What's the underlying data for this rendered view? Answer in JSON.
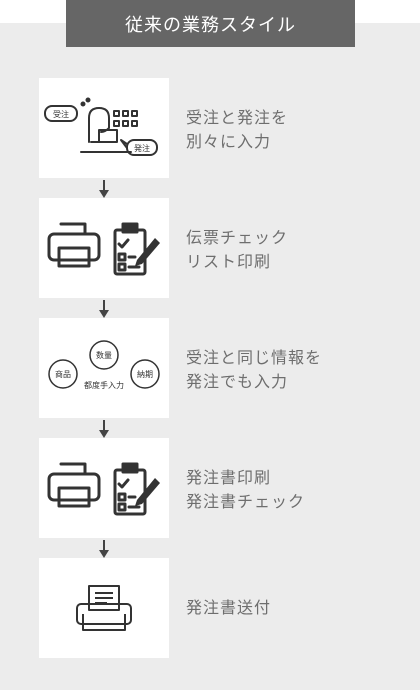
{
  "header": {
    "title": "従来の業務スタイル"
  },
  "steps": [
    {
      "lines": [
        "受注と発注を",
        "別々に入力"
      ],
      "icon": "person-at-computer-icon",
      "icon_labels": {
        "bubble_left": "受注",
        "bubble_right": "発注"
      }
    },
    {
      "lines": [
        "伝票チェック",
        "リスト印刷"
      ],
      "icon": "printer-and-checklist-icon"
    },
    {
      "lines": [
        "受注と同じ情報を",
        "発注でも入力"
      ],
      "icon": "data-fields-icon",
      "icon_labels": {
        "top": "数量",
        "left": "商品",
        "right": "納期",
        "center": "都度手入力"
      }
    },
    {
      "lines": [
        "発注書印刷",
        "発注書チェック"
      ],
      "icon": "printer-and-checklist-icon"
    },
    {
      "lines": [
        "発注書送付"
      ],
      "icon": "fax-printer-icon"
    }
  ]
}
